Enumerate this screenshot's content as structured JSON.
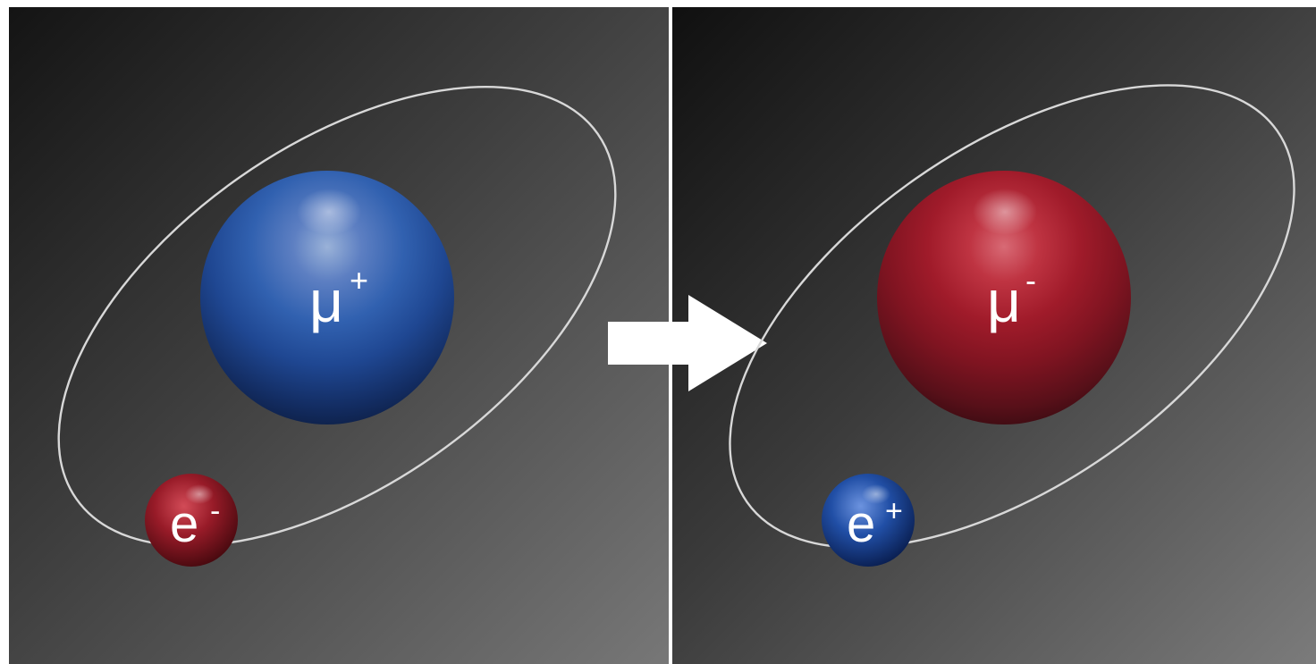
{
  "panels": [
    {
      "nucleus": {
        "symbol": "μ",
        "charge": "+",
        "color": "#2f5ea8"
      },
      "orbiter": {
        "symbol": "e",
        "charge": "-",
        "color": "#8e1a24"
      }
    },
    {
      "nucleus": {
        "symbol": "μ",
        "charge": "-",
        "color": "#a51b2a"
      },
      "orbiter": {
        "symbol": "e",
        "charge": "+",
        "color": "#173e8a"
      }
    }
  ],
  "colors": {
    "background_dark": "#191919",
    "background_light": "#7a7a7a",
    "orbit": "#d9d9d9",
    "arrow": "#ffffff"
  },
  "arrow": {
    "icon": "right-arrow-icon",
    "direction": "right"
  }
}
